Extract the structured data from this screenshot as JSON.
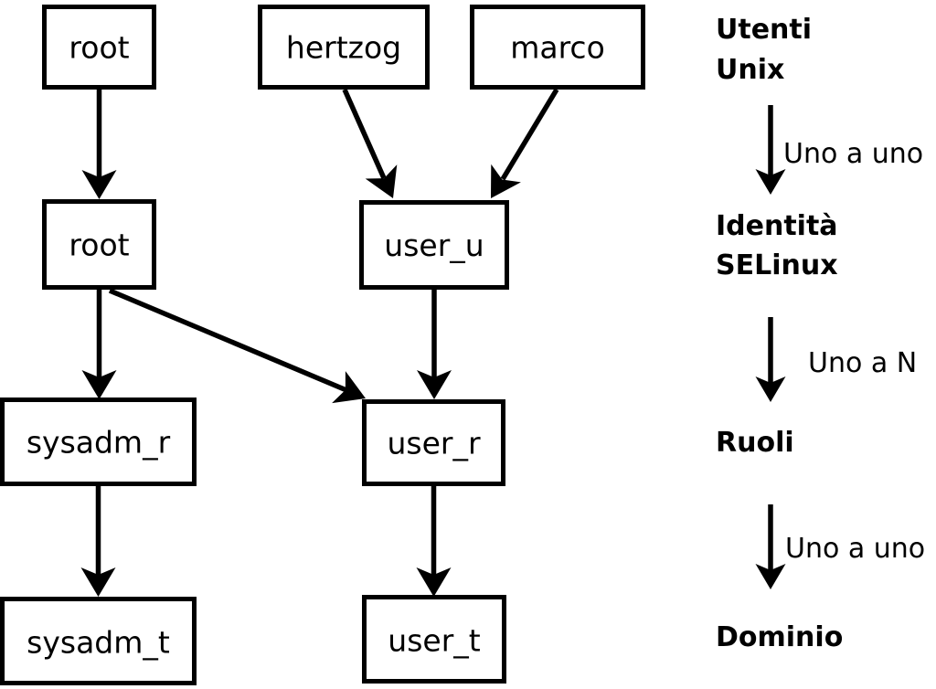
{
  "diagram": {
    "nodes": [
      {
        "id": "root-unix",
        "label": "root"
      },
      {
        "id": "hertzog",
        "label": "hertzog"
      },
      {
        "id": "marco",
        "label": "marco"
      },
      {
        "id": "root-selinux",
        "label": "root"
      },
      {
        "id": "user_u",
        "label": "user_u"
      },
      {
        "id": "sysadm_r",
        "label": "sysadm_r"
      },
      {
        "id": "user_r",
        "label": "user_r"
      },
      {
        "id": "sysadm_t",
        "label": "sysadm_t"
      },
      {
        "id": "user_t",
        "label": "user_t"
      }
    ],
    "edges": [
      {
        "from": "root-unix",
        "to": "root-selinux"
      },
      {
        "from": "hertzog",
        "to": "user_u"
      },
      {
        "from": "marco",
        "to": "user_u"
      },
      {
        "from": "root-selinux",
        "to": "sysadm_r"
      },
      {
        "from": "root-selinux",
        "to": "user_r"
      },
      {
        "from": "user_u",
        "to": "user_r"
      },
      {
        "from": "sysadm_r",
        "to": "sysadm_t"
      },
      {
        "from": "user_r",
        "to": "user_t"
      }
    ]
  },
  "legend": {
    "levels": [
      {
        "lines": [
          "Utenti",
          "Unix"
        ]
      },
      {
        "lines": [
          "Identità",
          "SELinux"
        ]
      },
      {
        "lines": [
          "Ruoli"
        ]
      },
      {
        "lines": [
          "Dominio"
        ]
      }
    ],
    "relations": [
      {
        "label": "Uno a uno"
      },
      {
        "label": "Uno a N"
      },
      {
        "label": "Uno a uno"
      }
    ]
  },
  "colors": {
    "background": "#ffffff",
    "line": "#000000",
    "box_fill": "#ffffff"
  }
}
